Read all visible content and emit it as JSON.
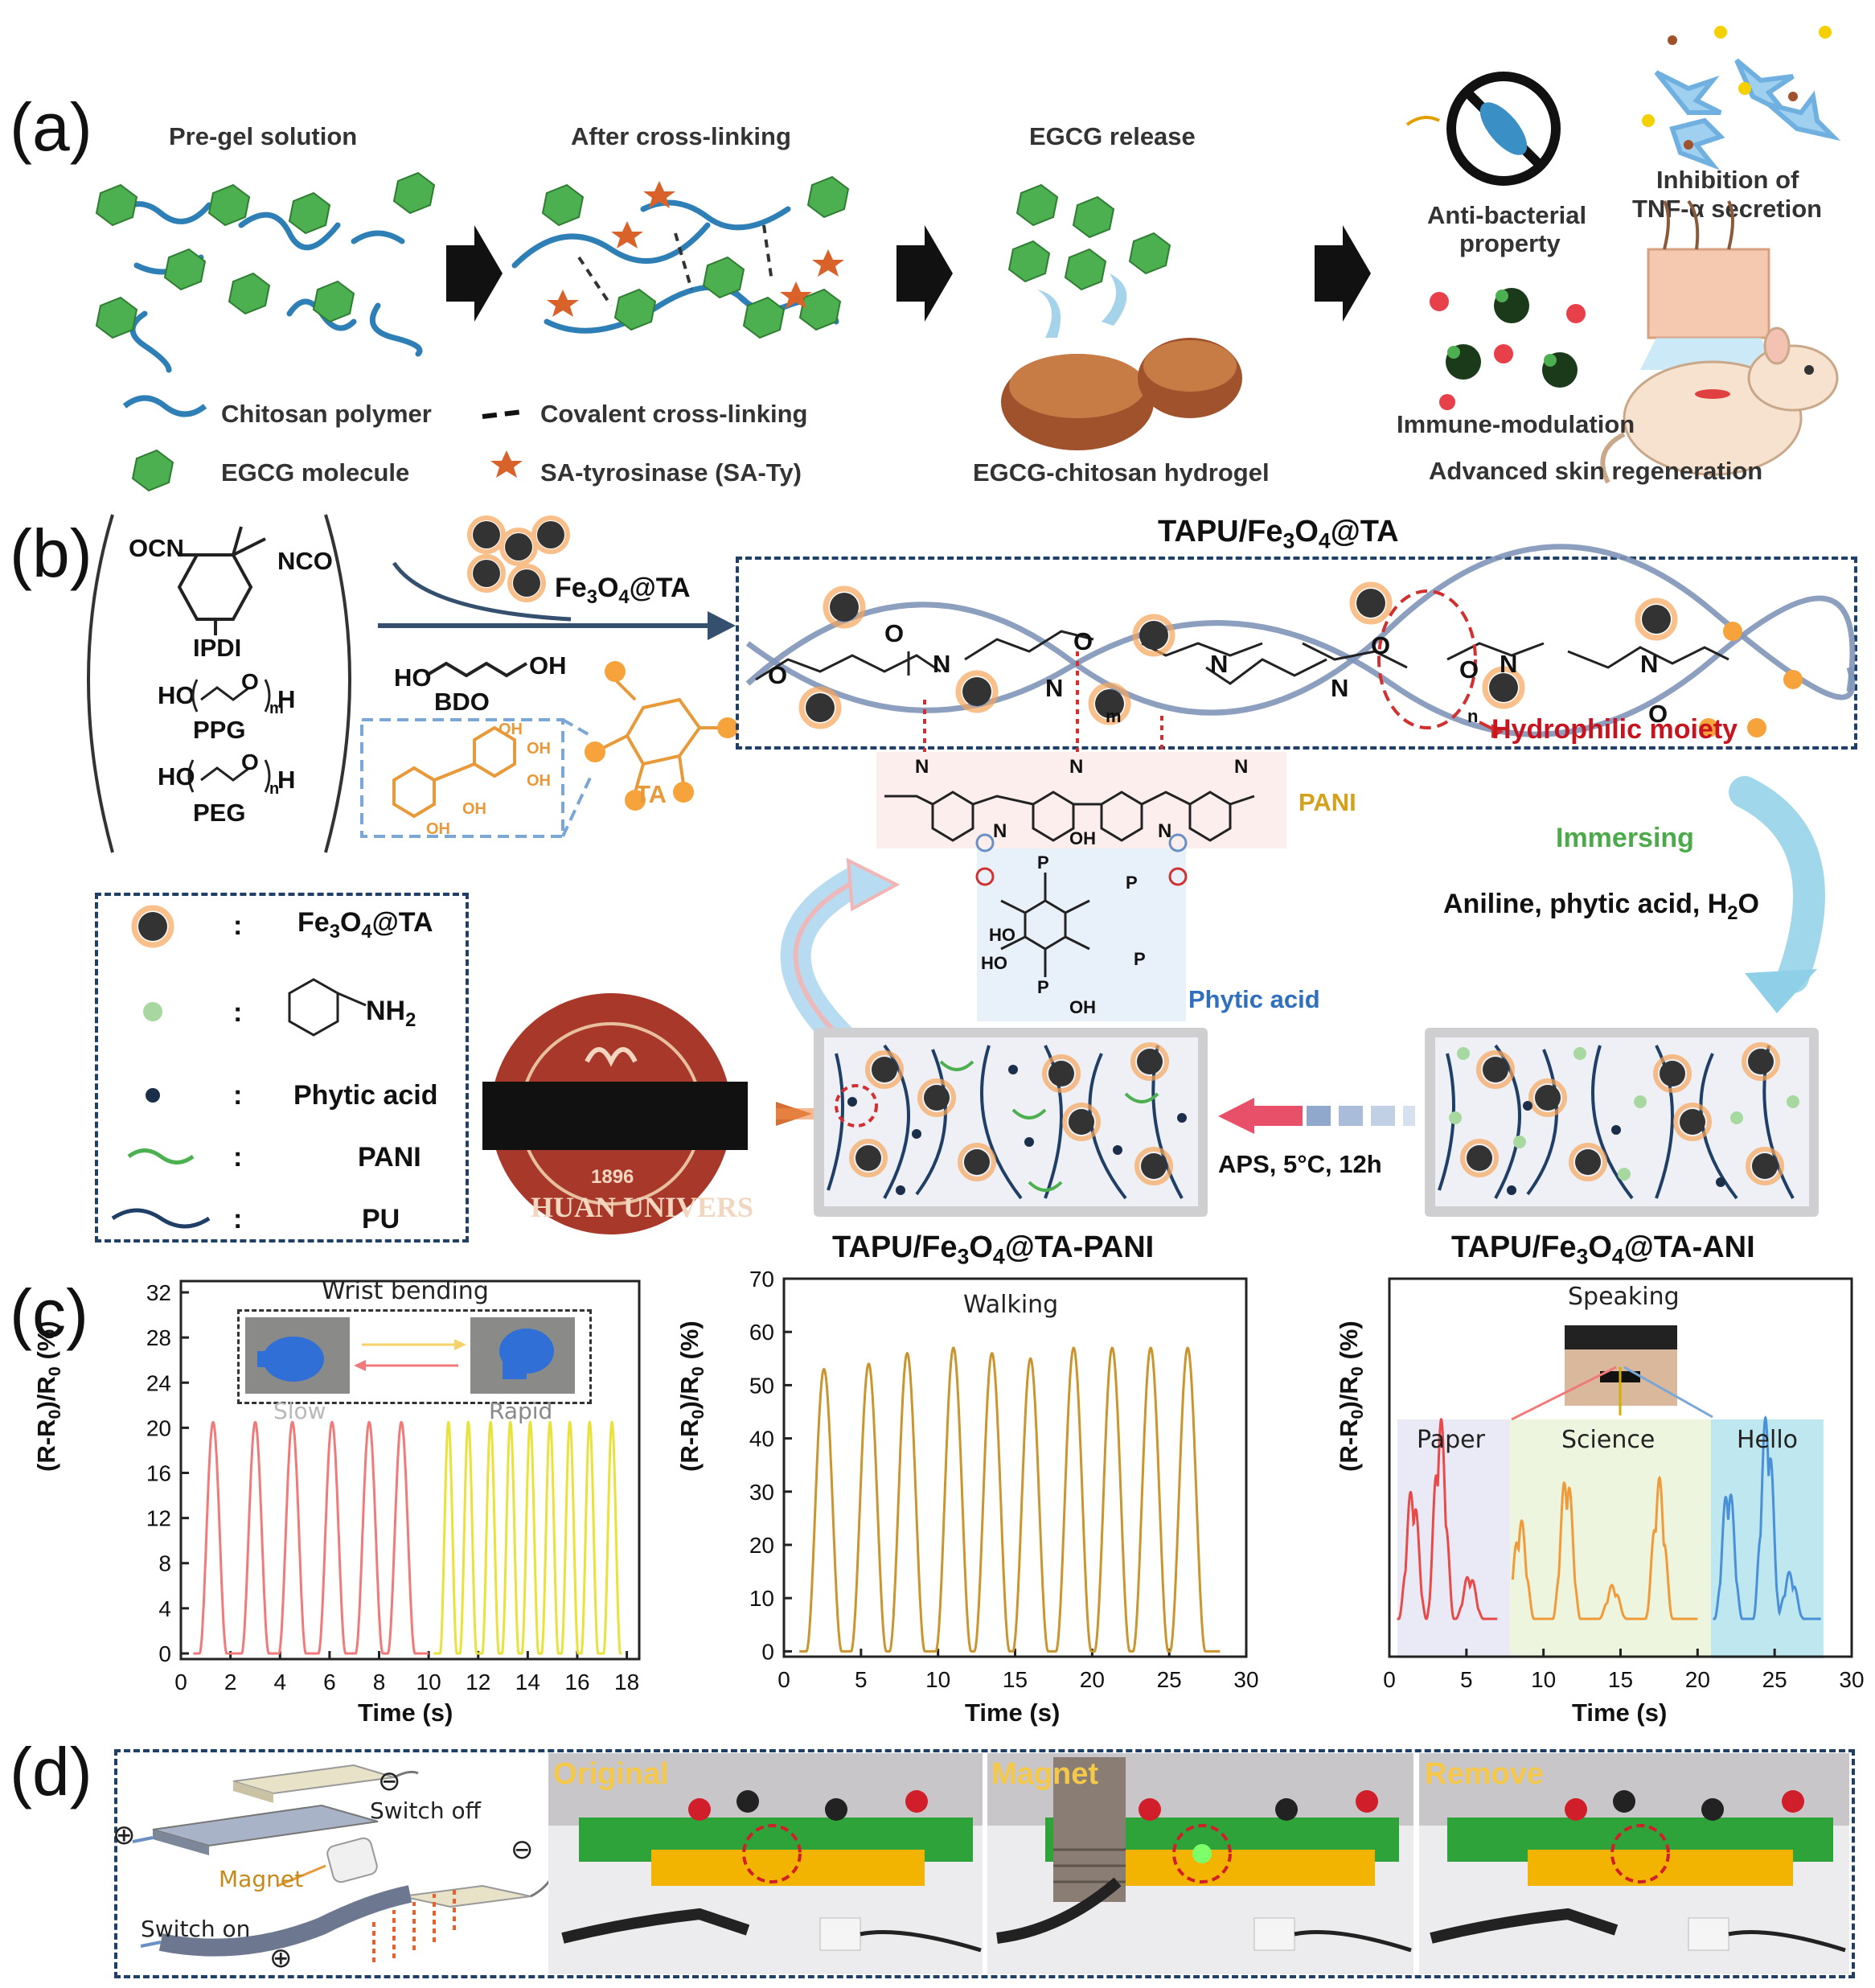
{
  "panel_a": {
    "label": "(a)",
    "pre_gel": "Pre-gel solution",
    "after_crosslinking": "After cross-linking",
    "egcg_release": "EGCG release",
    "anti_bacterial": "Anti-bacterial",
    "property": "property",
    "inhibition_of": "Inhibition of",
    "tnf_secretion": "TNF-α secretion",
    "immune_modulation": "Immune-modulation",
    "legend_chitosan": "Chitosan polymer",
    "legend_egcg": "EGCG molecule",
    "legend_covalent": "Covalent cross-linking",
    "legend_sa_ty": "SA-tyrosinase (SA-Ty)",
    "hydrogel": "EGCG-chitosan hydrogel",
    "skin_regen": "Advanced skin regeneration"
  },
  "panel_b": {
    "label": "(b)",
    "ocn": "OCN",
    "nco": "NCO",
    "ipdi": "IPDI",
    "ppg": "PPG",
    "peg": "PEG",
    "ho": "HO",
    "oh": "OH",
    "h": "H",
    "o": "O",
    "n": "N",
    "m": "m",
    "nn": "n",
    "bdo": "BDO",
    "fe3o4_ta_prefix": "Fe",
    "fe3o4_ta_3": "3",
    "fe3o4_ta_o": "O",
    "fe3o4_ta_4": "4",
    "fe3o4_ta_suffix": "@TA",
    "ta": "TA",
    "tapu_title_prefix": "TAPU/Fe",
    "hydrophilic": "Hydrophilic moiety",
    "pani": "PANI",
    "phytic_acid_label": "Phytic acid",
    "p": "P",
    "immersing": "Immersing",
    "aniline_prefix": "Aniline, phytic acid, H",
    "aniline_2": "2",
    "aniline_o": "O",
    "aps": "APS, 5°C, 12h",
    "legend_fe": "Fe",
    "legend_nh2": "NH",
    "legend_nh2_sub": "2",
    "legend_phytic": "Phytic acid",
    "legend_pani": "PANI",
    "legend_pu": "PU",
    "colon": ":",
    "pani_product_suffix": "@TA-PANI",
    "ani_product_suffix": "@TA-ANI",
    "seal_year": "1896",
    "seal_text": "HUAN UNIVERS"
  },
  "panel_c": {
    "label": "(c)",
    "ylabel_a": "(R-R",
    "ylabel_sub": "0",
    "ylabel_b": ")/R",
    "ylabel_c": " (%)",
    "xlabel": "Time (s)",
    "wrist_title": "Wrist bending",
    "slow": "Slow",
    "rapid": "Rapid",
    "walking_title": "Walking",
    "speaking_title": "Speaking",
    "paper": "Paper",
    "science": "Science",
    "hello": "Hello"
  },
  "chart_data": [
    {
      "type": "line",
      "title": "Wrist bending",
      "xlabel": "Time (s)",
      "ylabel": "(R-R0)/R0 (%)",
      "xlim": [
        0,
        18.5
      ],
      "ylim": [
        -0.5,
        33
      ],
      "xticks": [
        0,
        2,
        4,
        6,
        8,
        10,
        12,
        14,
        16,
        18
      ],
      "yticks": [
        0,
        4,
        8,
        12,
        16,
        20,
        24,
        28,
        32
      ],
      "series": [
        {
          "name": "Slow",
          "color": "#f07a7a",
          "peaks_x": [
            1.3,
            3.0,
            4.5,
            6.1,
            7.6,
            8.9
          ],
          "peak_y": 20.5,
          "x": [
            0.5,
            10.0
          ]
        },
        {
          "name": "Rapid",
          "color": "#e8e23a",
          "peaks_x": [
            10.8,
            11.6,
            12.5,
            13.3,
            14.1,
            14.9,
            15.7,
            16.5,
            17.4
          ],
          "peak_y": 20.5,
          "x": [
            10.2,
            17.8
          ]
        }
      ]
    },
    {
      "type": "line",
      "title": "Walking",
      "xlabel": "Time (s)",
      "ylabel": "(R-R0)/R0 (%)",
      "xlim": [
        0,
        30
      ],
      "ylim": [
        -1,
        70
      ],
      "xticks": [
        0,
        5,
        10,
        15,
        20,
        25,
        30
      ],
      "yticks": [
        0,
        10,
        20,
        30,
        40,
        50,
        60,
        70
      ],
      "series": [
        {
          "name": "",
          "color": "#c9952e",
          "peaks_x": [
            2.6,
            5.5,
            8.0,
            11.0,
            13.5,
            16.0,
            18.8,
            21.3,
            23.8,
            26.2
          ],
          "peaks_y": [
            53,
            54,
            56,
            57,
            56,
            55,
            57,
            57,
            57,
            57
          ],
          "x": [
            1.0,
            28.3
          ]
        }
      ]
    },
    {
      "type": "line",
      "title": "Speaking",
      "xlabel": "Time (s)",
      "ylabel": "(R-R0)/R0 (%)",
      "xlim": [
        0,
        30
      ],
      "xticks": [
        0,
        5,
        10,
        15,
        20,
        25,
        30
      ],
      "series": [
        {
          "name": "Paper",
          "color": "#e84a4a",
          "x": [
            0.5,
            7.0
          ],
          "peaks_x": [
            1.5,
            3.3,
            5.2
          ]
        },
        {
          "name": "Science",
          "color": "#f09a3a",
          "x": [
            8.0,
            20.0
          ],
          "peaks_x": [
            8.5,
            11.5,
            14.5,
            17.5
          ]
        },
        {
          "name": "Hello",
          "color": "#4a90d9",
          "x": [
            21.0,
            28.0
          ],
          "peaks_x": [
            22.0,
            24.5,
            26.0
          ]
        }
      ]
    }
  ],
  "panel_d": {
    "label": "(d)",
    "switch_off": "Switch off",
    "switch_on": "Switch on",
    "magnet": "Magnet",
    "minus": "⊖",
    "plus": "⊕",
    "original": "Original",
    "magnet_photo": "Magnet",
    "remove": "Remove"
  }
}
